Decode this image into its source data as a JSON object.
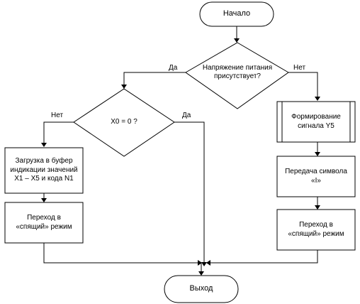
{
  "nodes": {
    "start": "Начало",
    "power_check": "Напряжение питания присутствует?",
    "x0_check": "X0 = 0 ?",
    "load_buffer": "Загрузка в буфер индикации значений X1 – X5 и кода N1",
    "sleep_left": "Переход в «спящий» режим",
    "form_signal": "Формирование сигнала Y5",
    "send_symbol": "Передача символа «I»",
    "sleep_right": "Переход в «спящий» режим",
    "exit": "Выход"
  },
  "edges": {
    "power_yes": "Да",
    "power_no": "Нет",
    "x0_no": "Нет",
    "x0_yes": "Да"
  }
}
